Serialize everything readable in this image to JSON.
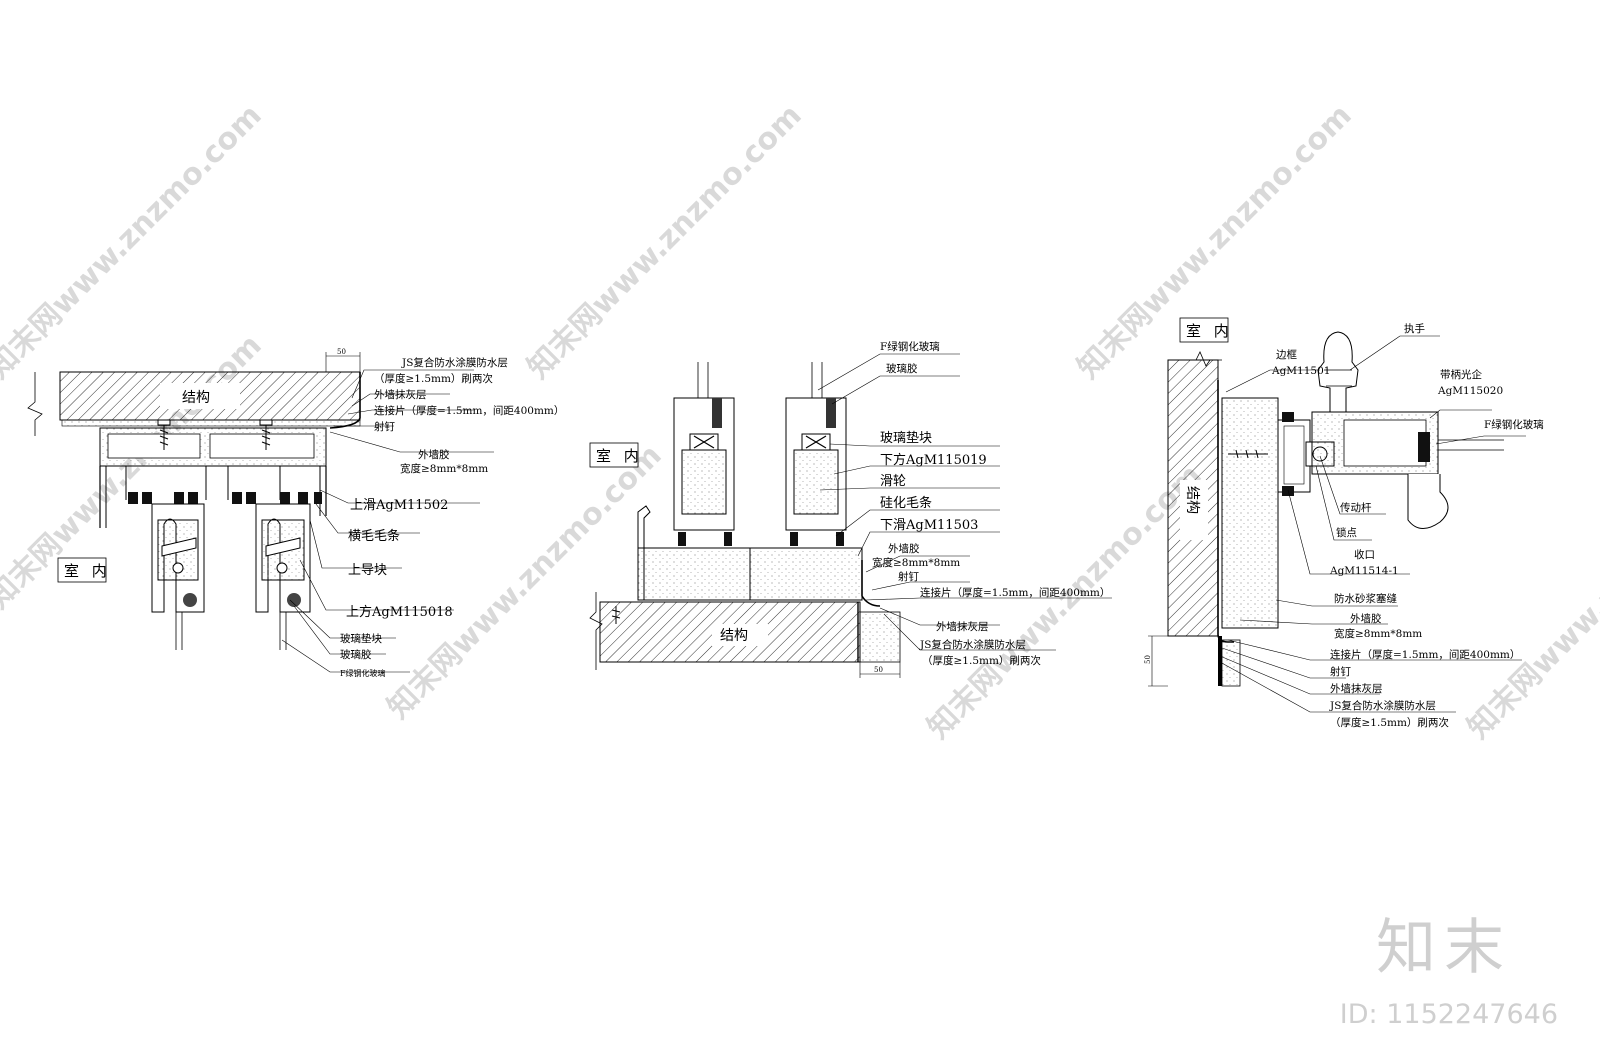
{
  "watermark": {
    "text": "知末网www.znzmo.com",
    "brand": "知末",
    "id": "ID: 1152247646"
  },
  "left": {
    "structure": "结构",
    "indoor": "室 内",
    "dim": "50",
    "labels": [
      "JS复合防水涂膜防水层",
      "（厚度≥1.5mm）刷两次",
      "外墙抹灰层",
      "连接片（厚度=1.5mm，间距400mm）",
      "射钉",
      "外墙胶",
      "宽度≥8mm*8mm",
      "上滑AgM11502",
      "横毛毛条",
      "上导块",
      "上方AgM115018",
      "玻璃垫块",
      "玻璃胶",
      "F绿钢化玻璃"
    ]
  },
  "middle": {
    "structure": "结构",
    "indoor": "室 内",
    "dim": "50",
    "labels": [
      "F绿钢化玻璃",
      "玻璃胶",
      "玻璃垫块",
      "下方AgM115019",
      "滑轮",
      "硅化毛条",
      "下滑AgM11503",
      "外墙胶",
      "宽度≥8mm*8mm",
      "射钉",
      "连接片（厚度=1.5mm，间距400mm）",
      "外墙抹灰层",
      "JS复合防水涂膜防水层",
      "（厚度≥1.5mm）刷两次"
    ]
  },
  "right": {
    "structure": "结构",
    "indoor": "室 内",
    "dim": "50",
    "labels": [
      "执手",
      "边框",
      "AgM11501",
      "带柄光企",
      "AgM115020",
      "F绿钢化玻璃",
      "传动杆",
      "锁点",
      "收口",
      "AgM11514-1",
      "防水砂浆塞缝",
      "外墙胶",
      "宽度≥8mm*8mm",
      "连接片（厚度=1.5mm，间距400mm）",
      "射钉",
      "外墙抹灰层",
      "JS复合防水涂膜防水层",
      "（厚度≥1.5mm）刷两次"
    ]
  }
}
